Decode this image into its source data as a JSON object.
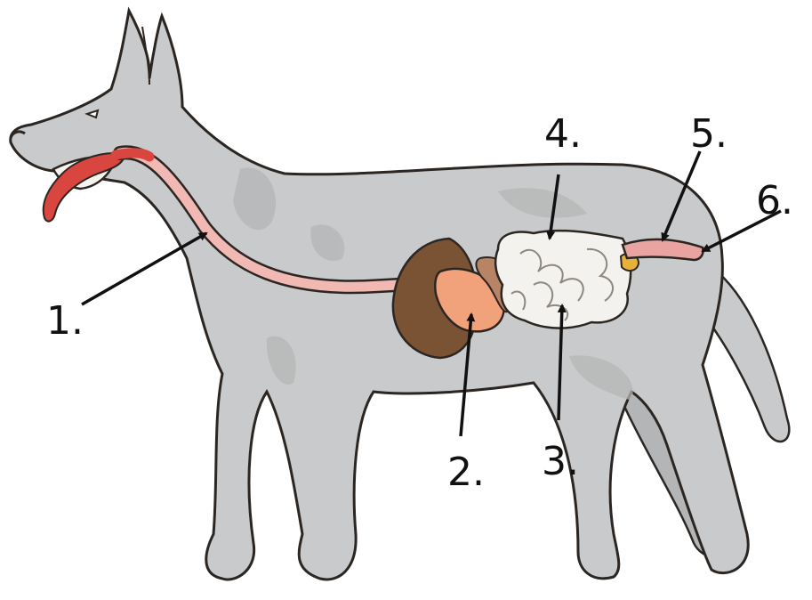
{
  "figure": {
    "colors": {
      "body": "#c9cacb",
      "body_shade": "#b4b5b6",
      "outline": "#2b2622",
      "tongue": "#d9453f",
      "esophagus": "#f2b8b4",
      "stomach": "#f2a27a",
      "liver": "#7a5234",
      "pancreas": "#b88466",
      "intestine": "#f4f2ee",
      "rectum": "#e9a3a0",
      "gland": "#e6b23a"
    },
    "labels": [
      {
        "id": "1",
        "text": "1."
      },
      {
        "id": "2",
        "text": "2."
      },
      {
        "id": "3",
        "text": "3."
      },
      {
        "id": "4",
        "text": "4."
      },
      {
        "id": "5",
        "text": "5."
      },
      {
        "id": "6",
        "text": "6."
      }
    ]
  }
}
